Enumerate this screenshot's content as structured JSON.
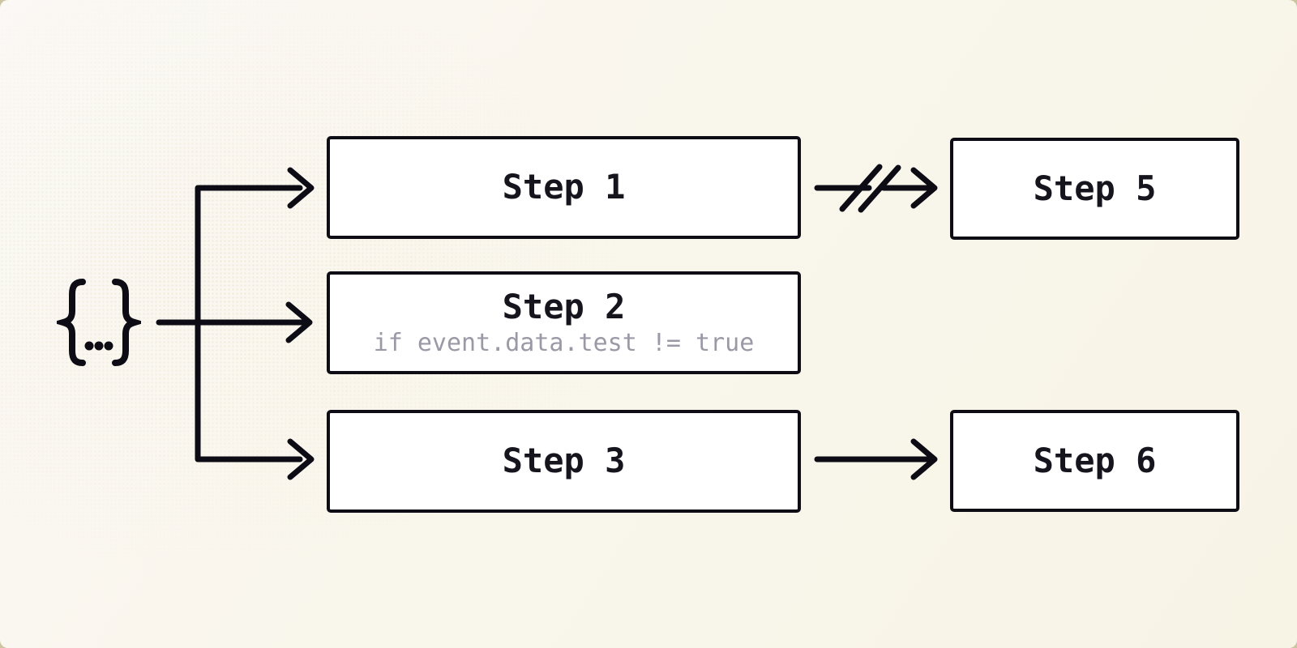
{
  "diagram": {
    "type": "flow",
    "nodes": {
      "source": {
        "icon": "json-object-icon",
        "glyph": "{...}"
      },
      "step1": {
        "title": "Step 1"
      },
      "step2": {
        "title": "Step 2",
        "condition": "if event.data.test != true"
      },
      "step3": {
        "title": "Step 3"
      },
      "step5": {
        "title": "Step 5"
      },
      "step6": {
        "title": "Step 6"
      }
    },
    "edges": [
      {
        "from": "source",
        "to": "step1",
        "style": "solid-arrow"
      },
      {
        "from": "source",
        "to": "step2",
        "style": "solid-arrow"
      },
      {
        "from": "source",
        "to": "step3",
        "style": "solid-arrow"
      },
      {
        "from": "step1",
        "to": "step5",
        "style": "cancelled-arrow"
      },
      {
        "from": "step3",
        "to": "step6",
        "style": "solid-arrow"
      }
    ],
    "colors": {
      "canvas_background": "#f8f5ea",
      "outer_frame": "#cbc5a1",
      "stroke": "#0d0c15",
      "node_fill": "#ffffff",
      "title_text": "#16151e",
      "condition_text": "#9b99a5"
    }
  }
}
